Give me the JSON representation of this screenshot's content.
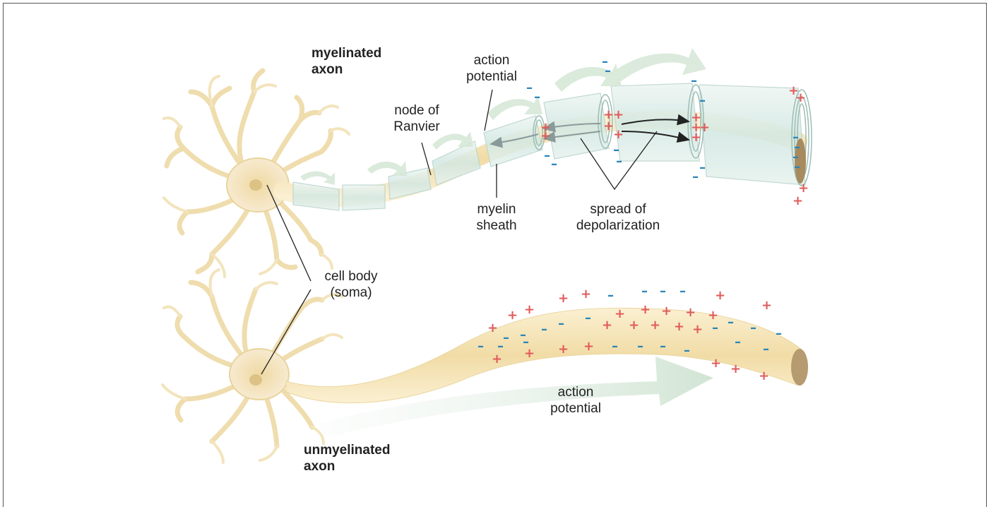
{
  "labels": {
    "myelinated_axon": [
      "myelinated",
      "axon"
    ],
    "action_potential_top": [
      "action",
      "potential"
    ],
    "node_of_ranvier": [
      "node of",
      "Ranvier"
    ],
    "myelin_sheath": [
      "myelin",
      "sheath"
    ],
    "spread_of_depolarization": [
      "spread of",
      "depolarization"
    ],
    "cell_body": [
      "cell body",
      "(soma)"
    ],
    "action_potential_bottom": [
      "action",
      "potential"
    ],
    "unmyelinated_axon": [
      "unmyelinated",
      "axon"
    ]
  },
  "colors": {
    "neuron": "#f4e2b4",
    "neuron_edge": "#e6cf94",
    "myelin": "#d8ebe6",
    "arrow": "#cfe3d2",
    "plus": "#e05a5a",
    "minus": "#2a86b8",
    "leader_line": "#222222"
  }
}
